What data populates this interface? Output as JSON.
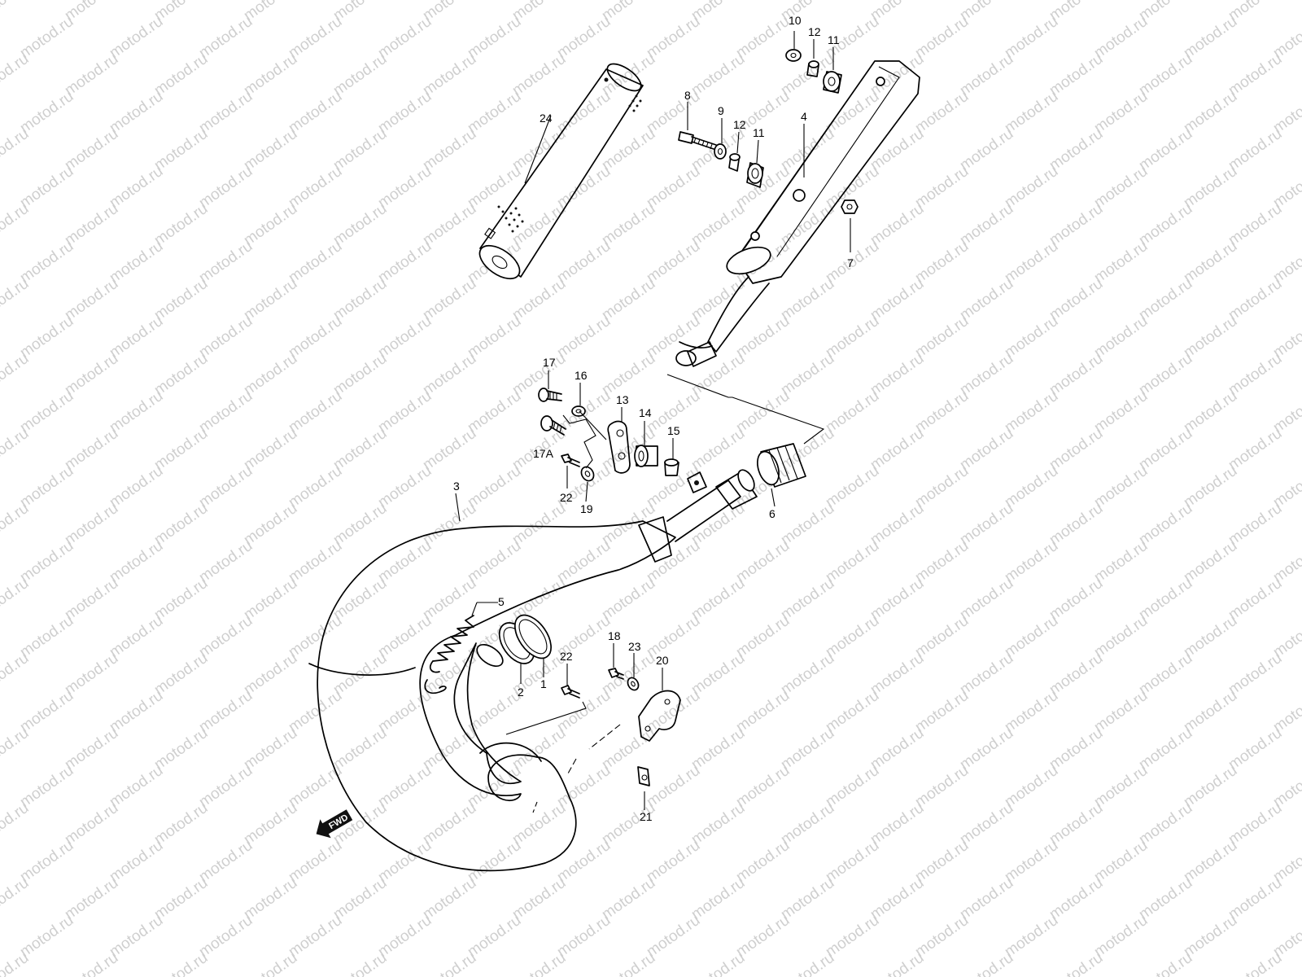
{
  "watermark": {
    "text": "motod.ru",
    "color": "#cfcfcf"
  },
  "fwd_arrow": {
    "label": "FWD"
  },
  "callouts": {
    "p1": "1",
    "p2": "2",
    "p3": "3",
    "p4": "4",
    "p5": "5",
    "p6": "6",
    "p7": "7",
    "p8": "8",
    "p9": "9",
    "p10": "10",
    "p11a": "11",
    "p11b": "11",
    "p12a": "12",
    "p12b": "12",
    "p13": "13",
    "p14": "14",
    "p15": "15",
    "p16": "16",
    "p17": "17",
    "p17a": "17A",
    "p18": "18",
    "p19": "19",
    "p20": "20",
    "p21": "21",
    "p22a": "22",
    "p22b": "22",
    "p23": "23",
    "p24": "24"
  }
}
